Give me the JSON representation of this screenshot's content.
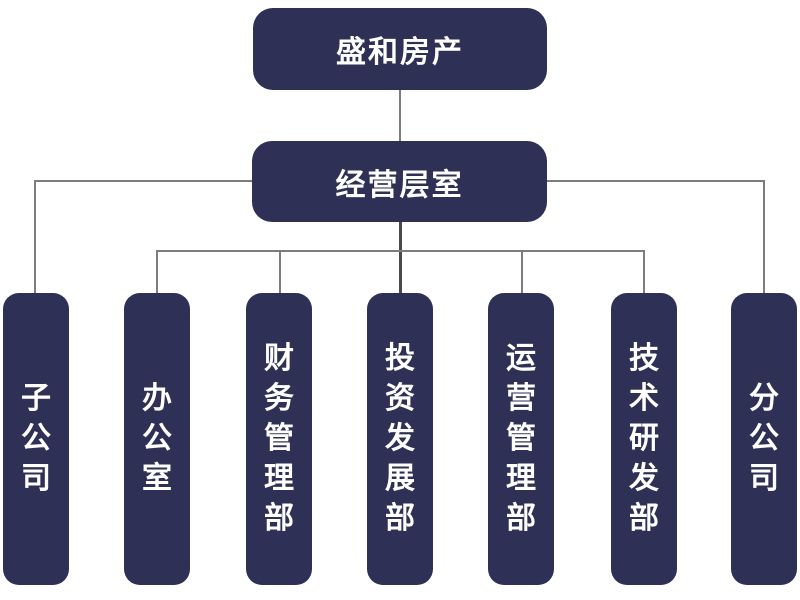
{
  "diagram": {
    "type": "org-chart",
    "title_node": {
      "label": "盛和房产"
    },
    "management_node": {
      "label": "经营层室"
    },
    "departments": [
      {
        "label": "子公司"
      },
      {
        "label": "办公室"
      },
      {
        "label": "财务管理部"
      },
      {
        "label": "投资发展部"
      },
      {
        "label": "运营管理部"
      },
      {
        "label": "技术研发部"
      },
      {
        "label": "分公司"
      }
    ],
    "edges": [
      {
        "from": "盛和房产",
        "to": "经营层室"
      },
      {
        "from": "经营层室",
        "to": "子公司"
      },
      {
        "from": "经营层室",
        "to": "办公室"
      },
      {
        "from": "经营层室",
        "to": "财务管理部"
      },
      {
        "from": "经营层室",
        "to": "投资发展部"
      },
      {
        "from": "经营层室",
        "to": "运营管理部"
      },
      {
        "from": "经营层室",
        "to": "技术研发部"
      },
      {
        "from": "经营层室",
        "to": "分公司"
      }
    ]
  },
  "colors": {
    "node_fill": "#2e3155",
    "node_text": "#ffffff",
    "connector": "#7d7d7d",
    "connector_dark": "#4a4a4a",
    "background": "#ffffff"
  }
}
